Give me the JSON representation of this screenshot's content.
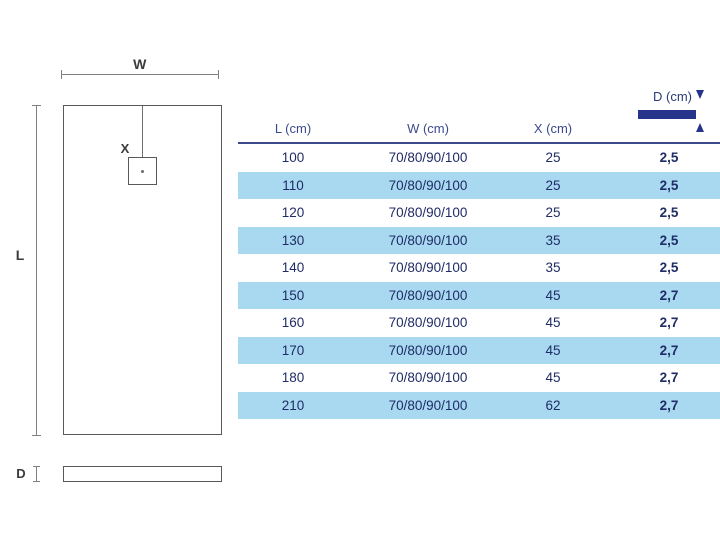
{
  "drawing": {
    "width_label": "W",
    "length_label": "L",
    "offset_label": "X",
    "depth_label": "D",
    "plan_view_name": "shower-tray-plan-view",
    "profile_view_name": "shower-tray-side-profile",
    "drain_name": "drain-outlet-square"
  },
  "table": {
    "depth_header": "D (cm)",
    "headers": {
      "length": "L (cm)",
      "width": "W (cm)",
      "offset": "X (cm)"
    },
    "rows": [
      {
        "l": "100",
        "w": "70/80/90/100",
        "x": "25",
        "d": "2,5"
      },
      {
        "l": "110",
        "w": "70/80/90/100",
        "x": "25",
        "d": "2,5"
      },
      {
        "l": "120",
        "w": "70/80/90/100",
        "x": "25",
        "d": "2,5"
      },
      {
        "l": "130",
        "w": "70/80/90/100",
        "x": "35",
        "d": "2,5"
      },
      {
        "l": "140",
        "w": "70/80/90/100",
        "x": "35",
        "d": "2,5"
      },
      {
        "l": "150",
        "w": "70/80/90/100",
        "x": "45",
        "d": "2,7"
      },
      {
        "l": "160",
        "w": "70/80/90/100",
        "x": "45",
        "d": "2,7"
      },
      {
        "l": "170",
        "w": "70/80/90/100",
        "x": "45",
        "d": "2,7"
      },
      {
        "l": "180",
        "w": "70/80/90/100",
        "x": "45",
        "d": "2,7"
      },
      {
        "l": "210",
        "w": "70/80/90/100",
        "x": "62",
        "d": "2,7"
      }
    ]
  },
  "colors": {
    "header_text": "#3c4a8c",
    "row_alt_background": "#a8d9f0",
    "cell_text": "#1f2c66",
    "accent_navy": "#27348b",
    "line_gray": "#595959",
    "background": "#ffffff"
  }
}
